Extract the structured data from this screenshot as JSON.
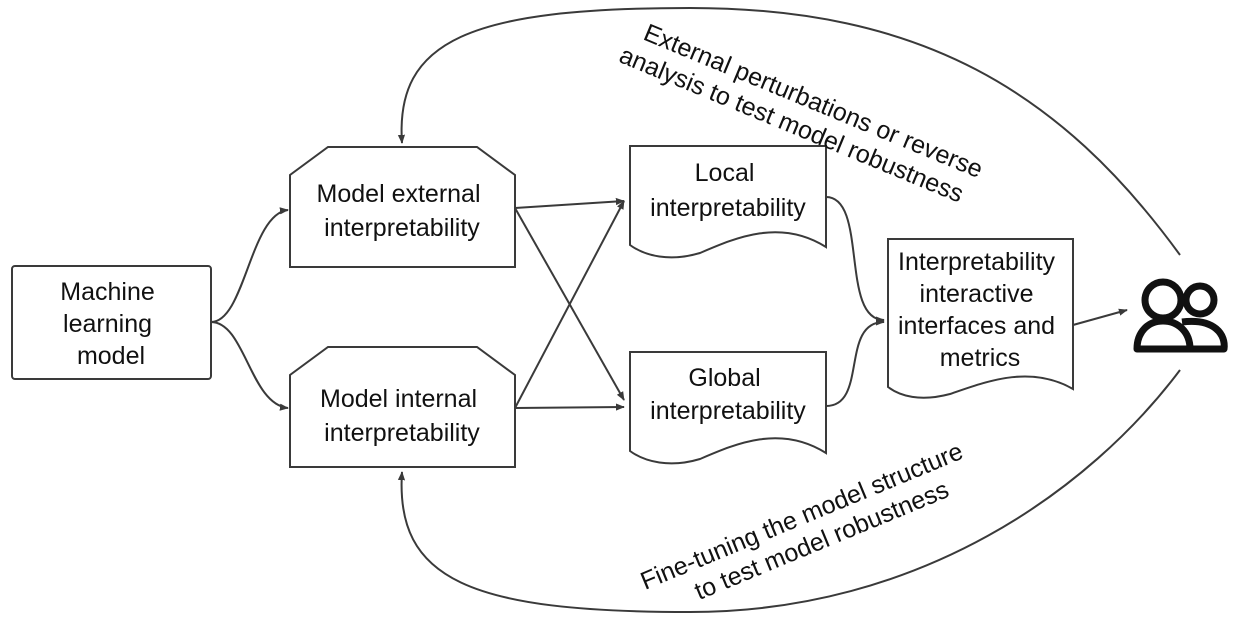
{
  "nodes": {
    "ml_model": [
      "Machine",
      "learning",
      "model"
    ],
    "external": [
      "Model external",
      "interpretability"
    ],
    "internal": [
      "Model internal",
      "interpretability"
    ],
    "local": [
      "Local",
      "interpretability"
    ],
    "global": [
      "Global",
      "interpretability"
    ],
    "interfaces": [
      "Interpretability",
      "interactive",
      "interfaces and",
      "metrics"
    ]
  },
  "feedback": {
    "top": [
      "External perturbations or reverse",
      "analysis to test model robustness"
    ],
    "bottom": [
      "Fine-tuning the model structure",
      "to test model robustness"
    ]
  },
  "icons": {
    "users": "users-icon"
  },
  "colors": {
    "stroke": "#3a3a3a",
    "text": "#111111",
    "background": "#ffffff"
  }
}
